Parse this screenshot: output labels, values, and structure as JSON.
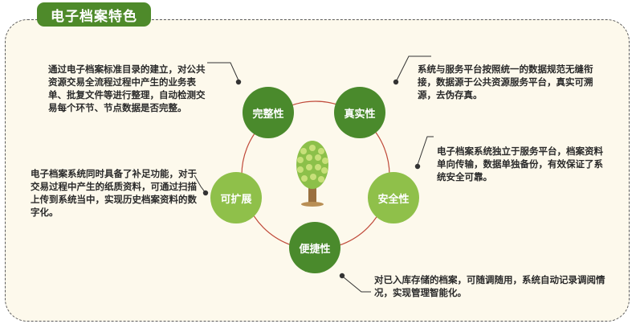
{
  "title": "电子档案特色",
  "features": [
    {
      "key": "complete",
      "name": "完整性",
      "description": "通过电子档案标准目录的建立，对公共资源交易全流程过程中产生的业务表单、批复文件等进行整理，自动检测交易每个环节、节点数据是否完整。"
    },
    {
      "key": "authentic",
      "name": "真实性",
      "description": "系统与服务平台按照统一的数据规范无缝衔接，数据源于公共资源服务平台，真实可溯源，去伪存真。"
    },
    {
      "key": "secure",
      "name": "安全性",
      "description": "电子档案系统独立于服务平台，档案资料单向传输，数据单独备份，有效保证了系统安全可靠。"
    },
    {
      "key": "convenient",
      "name": "便捷性",
      "description": "对已入库存储的档案，可随调随用，系统自动记录调阅情况，实现管理智能化。"
    },
    {
      "key": "extensible",
      "name": "可扩展",
      "description": "电子档案系统同时具备了补足功能，对于交易过程中产生的纸质资料，可通过扫描上传到系统当中，实现历史档案资料的数字化。"
    }
  ],
  "colors": {
    "dark_green": "#4a8a2c",
    "light_green": "#8fc04a",
    "panel_bg": "#fdf9ec",
    "ring": "#c04a3a"
  }
}
